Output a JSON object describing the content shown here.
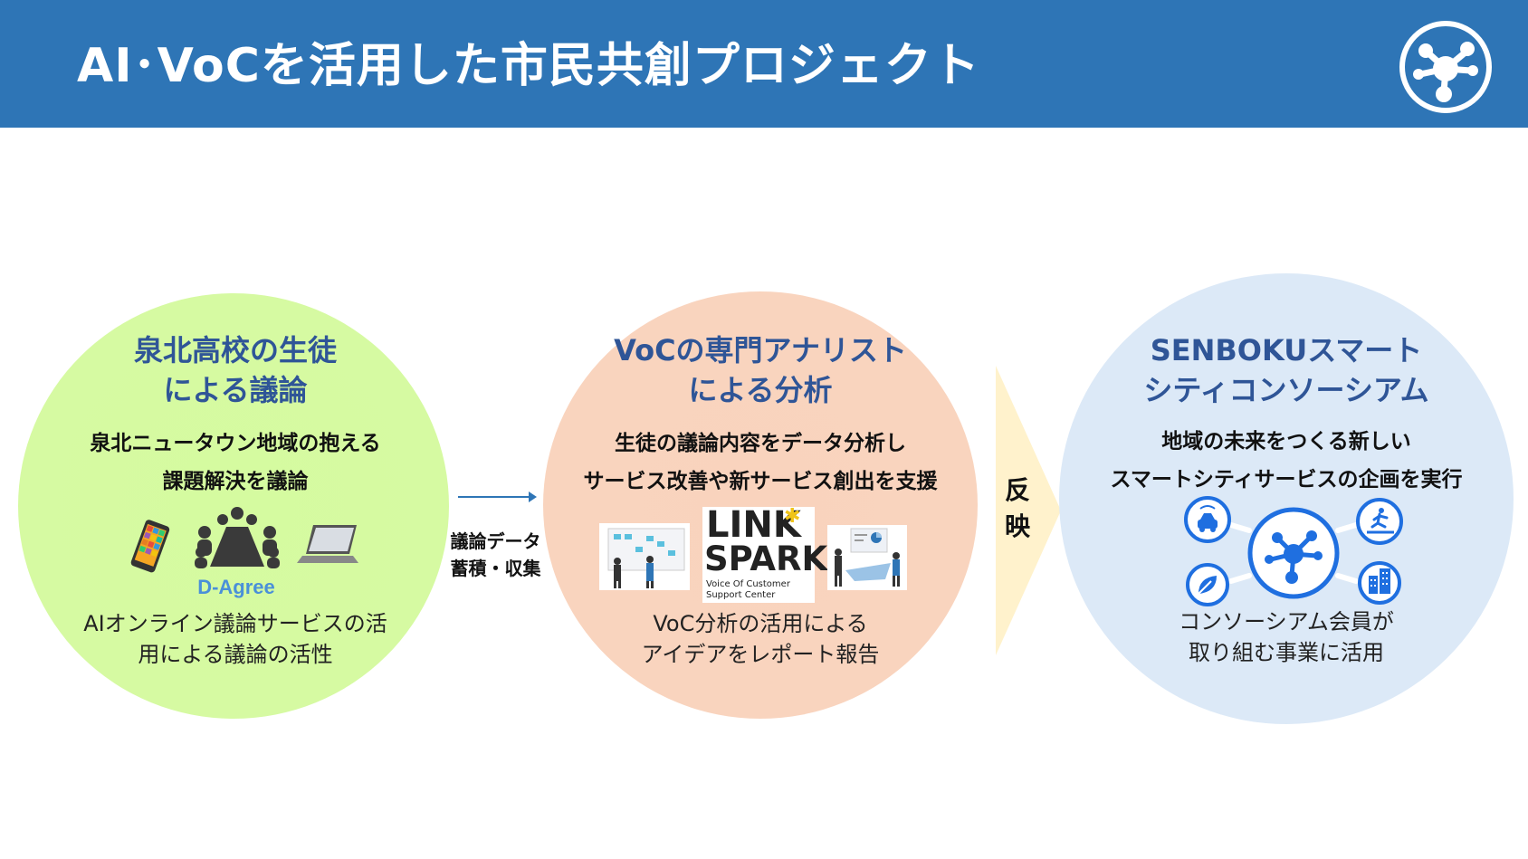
{
  "header": {
    "title": "AI･VoCを活用した市民共創プロジェクト",
    "logo_icon": "network-node-icon"
  },
  "colors": {
    "header_bg": "#2e75b6",
    "circle1": "#d6faa2",
    "circle2": "#f9d4be",
    "circle3": "#dce9f7",
    "title_blue": "#2f5597",
    "chevron": "#fff2cc"
  },
  "circle1": {
    "title_line1": "泉北高校の生徒",
    "title_line2": "による議論",
    "sub_line1": "泉北ニュータウン地域の抱える",
    "sub_line2": "課題解決を議論",
    "brand": "D-Agree",
    "foot_line1": "AIオンライン議論サービスの活",
    "foot_line2": "用による議論の活性"
  },
  "arrow": {
    "label_line1": "議論データ",
    "label_line2": "蓄積・収集"
  },
  "circle2": {
    "title_line1": "VoCの専門アナリスト",
    "title_line2": "による分析",
    "sub_line1": "生徒の議論内容をデータ分析し",
    "sub_line2": "サービス改善や新サービス創出を支援",
    "logo_line1": "LINK",
    "logo_line2": "SPARK",
    "logo_caption1": "Voice Of Customer",
    "logo_caption2": "Support Center",
    "foot_line1": "VoC分析の活用による",
    "foot_line2": "アイデアをレポート報告"
  },
  "chevron": {
    "label_line1": "反",
    "label_line2": "映"
  },
  "circle3": {
    "title_line1": "SENBOKUスマート",
    "title_line2": "シティコンソーシアム",
    "sub_line1": "地域の未来をつくる新しい",
    "sub_line2": "スマートシティサービスの企画を実行",
    "foot_line1": "コンソーシアム会員が",
    "foot_line2": "取り組む事業に活用"
  }
}
